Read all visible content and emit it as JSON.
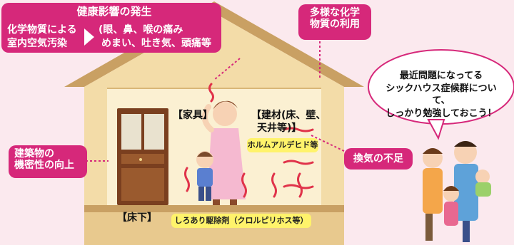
{
  "health_box": {
    "title": "健康影響の発生",
    "cause_line1": "化学物質による",
    "cause_line2": "室内空気汚染",
    "symptoms_line1": "(眼、鼻、喉の痛み",
    "symptoms_line2": "めまい、吐き気、頭痛等"
  },
  "chemicals_box": {
    "line1": "多様な化学",
    "line2": "物質の利用"
  },
  "speech_bubble": {
    "line1": "最近問題になってる",
    "line2": "シックハウス症候群について、",
    "line3": "しっかり勉強しておこう！"
  },
  "airtight_box": {
    "line1": "建築物の",
    "line2": "機密性の向上"
  },
  "ventilation_box": {
    "text": "換気の不足"
  },
  "furniture_label": "【家具】",
  "materials_label": {
    "line1": "【建材(床、壁、",
    "line2": "天井等)】"
  },
  "formaldehyde_label": "ホルムアルデヒド等",
  "underfloor_label": "【床下】",
  "termiticide_label": "しろあり駆除剤（クロルピリホス等）",
  "colors": {
    "pink_accent": "#d6287a",
    "background": "#fbe9ee",
    "house_fill": "#f3dca8",
    "yellow_label": "#fff36b"
  }
}
